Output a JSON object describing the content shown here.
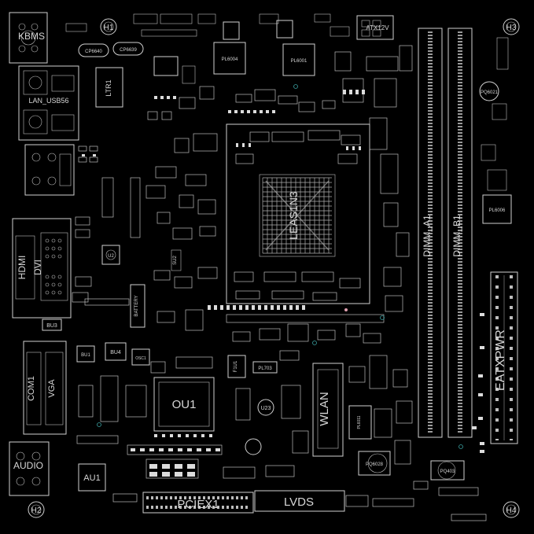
{
  "labels": {
    "h1": "H1",
    "h2": "H2",
    "h3": "H3",
    "h4": "H4",
    "kbms": "KBMS",
    "cp6640": "CP6640",
    "cp6639": "CP6639",
    "ltr1": "LTR1",
    "pl6004": "PL6004",
    "pl6001": "PL6001",
    "atx12v": "ATX12V",
    "pq6021": "PQ6021",
    "lan_usb": "LAN_USB56",
    "pl6006": "PL6006",
    "cpu": "LEAS1N3",
    "dimm_a1": "DIMM_A1",
    "dimm_b1": "DIMM_B1",
    "hdmi": "HDMI",
    "dvi": "DVI",
    "bu3": "BU3",
    "bu4": "BU4",
    "bu1": "BU1",
    "battery": "BATTERY",
    "su2": "SU2",
    "u2": "U2",
    "osc1": "OSC1",
    "com1": "COM1",
    "vga": "VGA",
    "ou1": "OU1",
    "f1u1": "F1U1",
    "pl703": "PL703",
    "u23": "U23",
    "wlan": "WLAN",
    "pl6011": "PL6011",
    "pq6028": "PQ6028",
    "pq403": "PQ403",
    "eatxpwr": "EATXPWR",
    "audio": "AUDIO",
    "au1": "AU1",
    "pciex1": "PCIEX1",
    "lvds": "LVDS"
  }
}
